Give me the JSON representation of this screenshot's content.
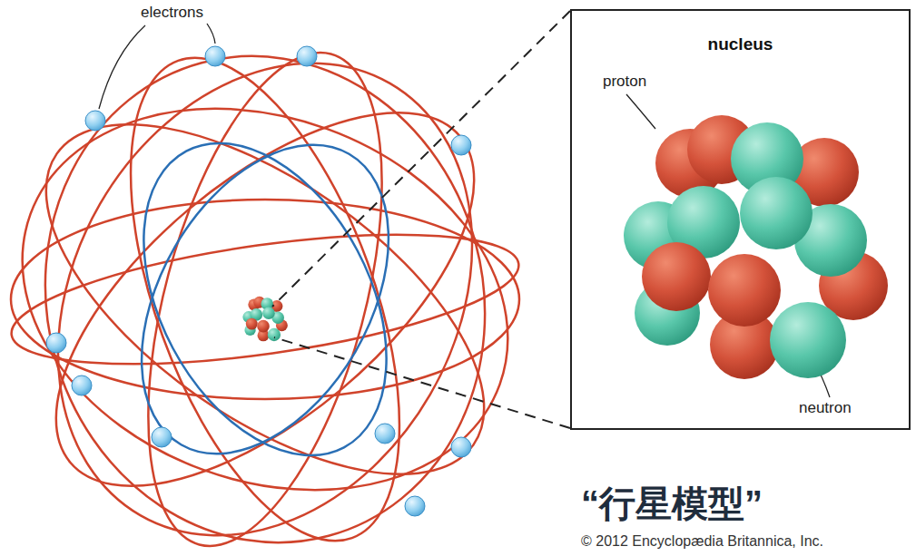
{
  "diagram": {
    "nodes": [
      {
        "text": [
          "nucleus"
        ]
      }
    ],
    "labels": [
      "electrons",
      "proton",
      "neutron",
      "“行星模型”",
      "© 2012 Encyclopædia Britannica, Inc."
    ]
  }
}
